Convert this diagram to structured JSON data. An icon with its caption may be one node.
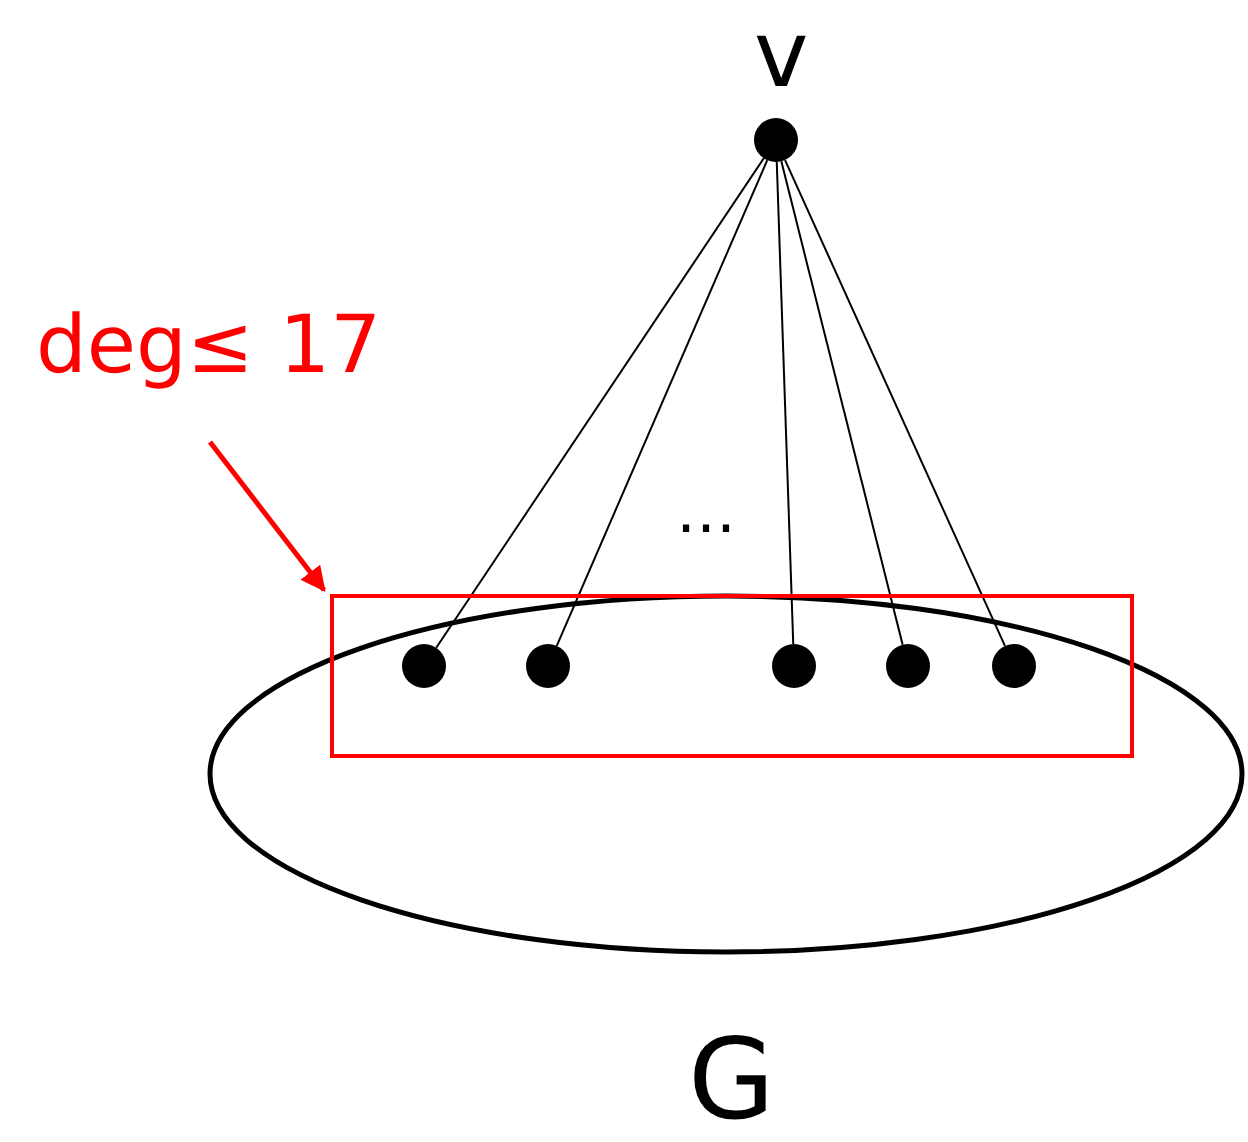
{
  "diagram": {
    "nodes": [
      {
        "text": [
          "G"
        ]
      },
      {
        "text": [],
        "shape": "box",
        "in": 0
      },
      {
        "text": [
          "v"
        ]
      },
      {
        "text": [],
        "shape": "circle",
        "in": 1
      },
      {
        "text": [],
        "shape": "circle",
        "in": 1
      },
      {
        "text": [],
        "shape": "circle",
        "in": 1
      },
      {
        "text": [],
        "shape": "circle",
        "in": 1
      },
      {
        "text": [],
        "shape": "circle",
        "in": 1
      },
      {
        "text": [
          "deg≤ 17"
        ]
      }
    ],
    "edges": [
      {
        "from": 2,
        "to": 3,
        "arrow": "none"
      },
      {
        "from": 2,
        "to": 4,
        "arrow": "none"
      },
      {
        "from": 2,
        "to": 5,
        "arrow": "none"
      },
      {
        "from": 2,
        "to": 6,
        "arrow": "none"
      },
      {
        "from": 2,
        "to": 7,
        "arrow": "none"
      },
      {
        "from": 8,
        "to": 1,
        "arrow": "to",
        "style": "thick",
        "color": "#ff0000"
      }
    ],
    "labels": [
      "…"
    ]
  }
}
